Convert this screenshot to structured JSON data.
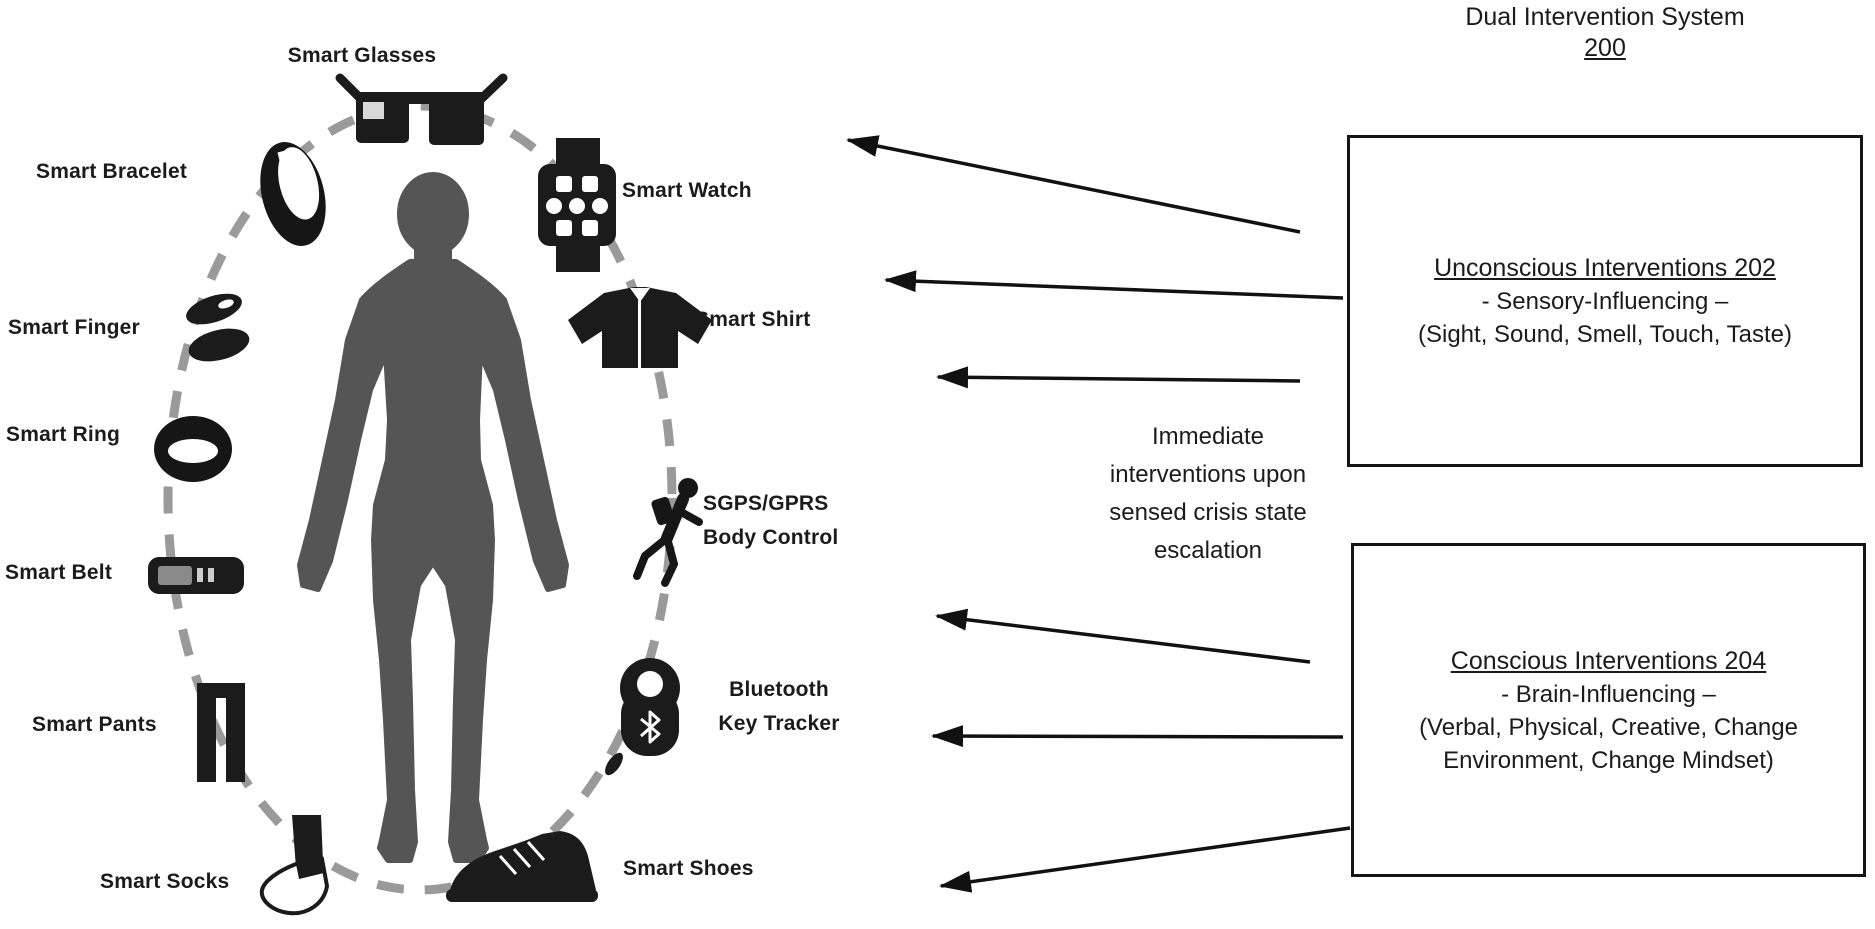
{
  "title": {
    "text": "Dual Intervention System",
    "ref": "200"
  },
  "center_note": {
    "lines": [
      "Immediate",
      "interventions upon",
      "sensed crisis state",
      "escalation"
    ]
  },
  "boxes": {
    "unconscious": {
      "title": "Unconscious Interventions 202",
      "subtitle": "- Sensory-Influencing –",
      "detail": "(Sight, Sound, Smell, Touch, Taste)"
    },
    "conscious": {
      "title": "Conscious Interventions 204",
      "subtitle": "- Brain-Influencing –",
      "detail": "(Verbal, Physical, Creative, Change Environment, Change Mindset)"
    }
  },
  "devices": [
    {
      "id": "smart-glasses",
      "label": "Smart Glasses",
      "icon": "glasses-icon"
    },
    {
      "id": "smart-watch",
      "label": "Smart Watch",
      "icon": "watch-icon"
    },
    {
      "id": "smart-shirt",
      "label": "Smart Shirt",
      "icon": "shirt-icon"
    },
    {
      "id": "sgps-gprs-body-control",
      "label_line1": "SGPS/GPRS",
      "label_line2": "Body Control",
      "icon": "runner-icon"
    },
    {
      "id": "bluetooth-key-tracker",
      "label_line1": "Bluetooth",
      "label_line2": "Key Tracker",
      "icon": "key-fob-icon"
    },
    {
      "id": "smart-shoes",
      "label": "Smart Shoes",
      "icon": "sneaker-icon"
    },
    {
      "id": "smart-socks",
      "label": "Smart Socks",
      "icon": "sock-icon"
    },
    {
      "id": "smart-pants",
      "label": "Smart Pants",
      "icon": "pants-icon"
    },
    {
      "id": "smart-belt",
      "label": "Smart Belt",
      "icon": "belt-icon"
    },
    {
      "id": "smart-ring",
      "label": "Smart Ring",
      "icon": "ring-icon"
    },
    {
      "id": "smart-finger",
      "label": "Smart Finger",
      "icon": "finger-icon"
    },
    {
      "id": "smart-bracelet",
      "label": "Smart Bracelet",
      "icon": "bracelet-icon"
    }
  ],
  "colors": {
    "ink": "#1b1b1b",
    "dash_ring": "#9a9a9a",
    "silhouette": "#555555",
    "background": "#ffffff"
  }
}
